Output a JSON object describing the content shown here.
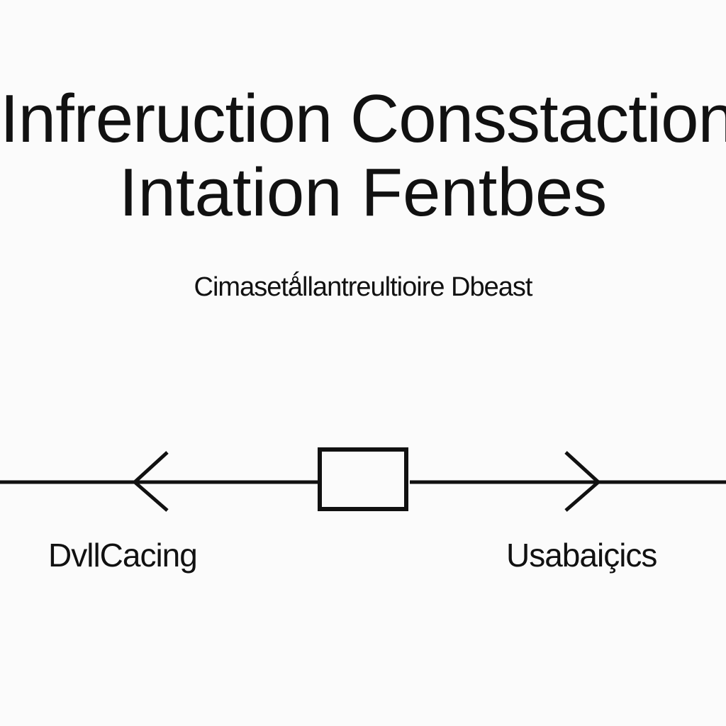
{
  "title": {
    "line1": "Infreruction Consstaction",
    "line2": "Intation Fentbes"
  },
  "subtitle": "Cimasetǻllantreultioire Dbeast",
  "diagram": {
    "left_label": "DvllCacing",
    "right_label": "Usabaiçics",
    "stroke_color": "#111111",
    "background_color": "#fbfbfb"
  }
}
